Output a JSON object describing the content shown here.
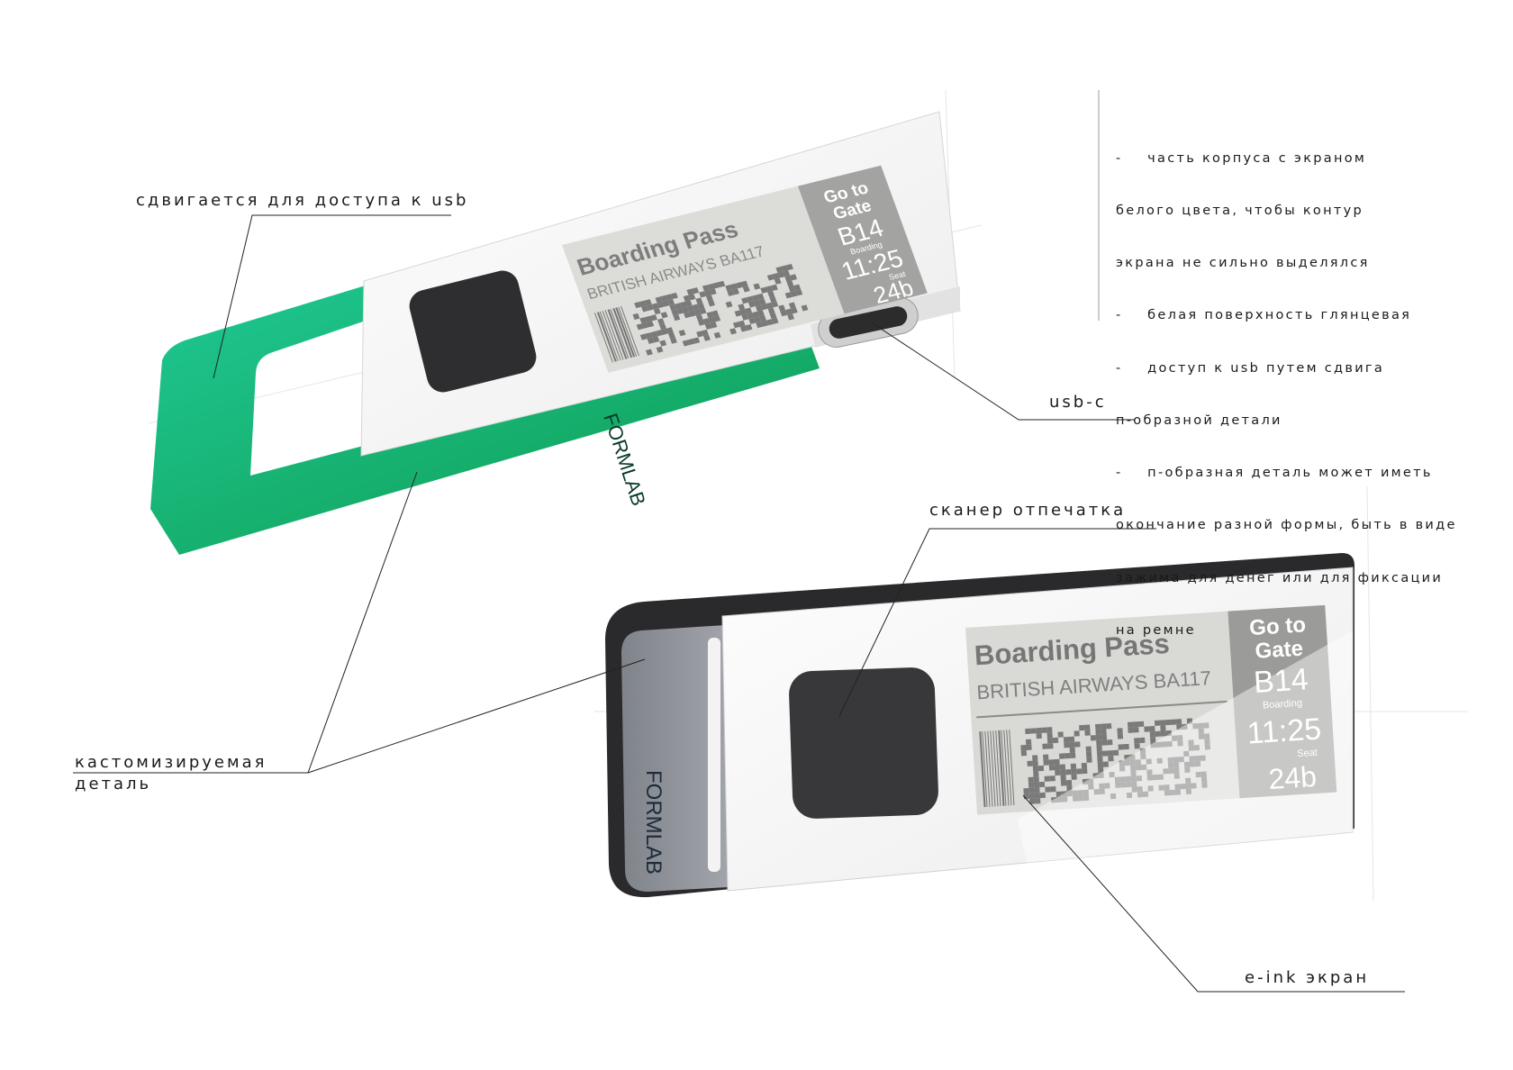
{
  "labels": {
    "slide_usb": "сдвигается для доступа к usb",
    "usb_c": "usb-c",
    "fingerprint": "сканер отпечатка",
    "custom_part_line1": "кастомизируемая",
    "custom_part_line2": "деталь",
    "eink": "e-ink экран"
  },
  "notes": [
    "-    часть корпуса с экраном",
    "белого цвета, чтобы контур",
    "экрана не сильно выделялся",
    "-    белая поверхность глянцевая",
    "-    доступ к usb путем сдвига",
    "п-образной детали",
    "-    п-образная деталь может иметь",
    "окончание разной формы, быть в виде",
    "зажима для денег или для фиксации",
    "на ремне"
  ],
  "screen": {
    "title": "Boarding Pass",
    "airline": "BRITISH AIRWAYS BA117",
    "go_to": "Go to",
    "gate_label": "Gate",
    "gate": "B14",
    "boarding_label": "Boarding",
    "time": "11:25",
    "seat_label": "Seat",
    "seat": "24b"
  },
  "brand": "FORMLAB",
  "colors": {
    "green": "#13a86f",
    "dark": "#2b2b2d",
    "gray": "#8a8d93"
  }
}
